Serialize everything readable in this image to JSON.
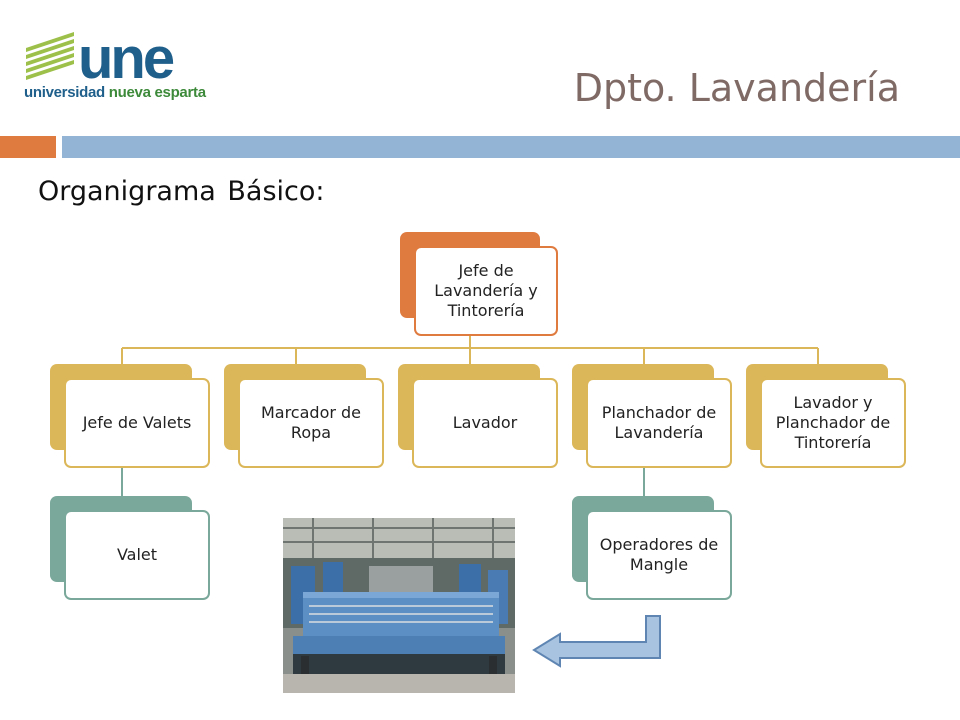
{
  "header": {
    "logo": {
      "mark": "une",
      "line_part1": "universidad ",
      "line_part2": "nueva esparta"
    },
    "title": "Dpto. Lavandería"
  },
  "subtitle": "Organigrama Básico:",
  "colors": {
    "orange": "#e07b40",
    "gold": "#dcb75a",
    "teal": "#7aa89a",
    "blue": "#93b4d4",
    "logo_blue": "#1f5f8b",
    "logo_green": "#3d8a3a"
  },
  "org": {
    "root": {
      "label": "Jefe de Lavandería y Tintorería"
    },
    "level1": [
      {
        "label": "Jefe de Valets"
      },
      {
        "label": "Marcador de Ropa"
      },
      {
        "label": "Lavador"
      },
      {
        "label": "Planchador de Lavandería"
      },
      {
        "label": "Lavador y Planchador de Tintorería"
      }
    ],
    "level2": [
      {
        "label": "Valet",
        "parent": "Jefe de Valets"
      },
      {
        "label": "Operadores de Mangle",
        "parent": "Planchador de Lavandería"
      }
    ]
  },
  "photo": {
    "icon": "laundry-ironer-machine-photo"
  },
  "arrow": {
    "icon": "bent-left-arrow-icon"
  }
}
